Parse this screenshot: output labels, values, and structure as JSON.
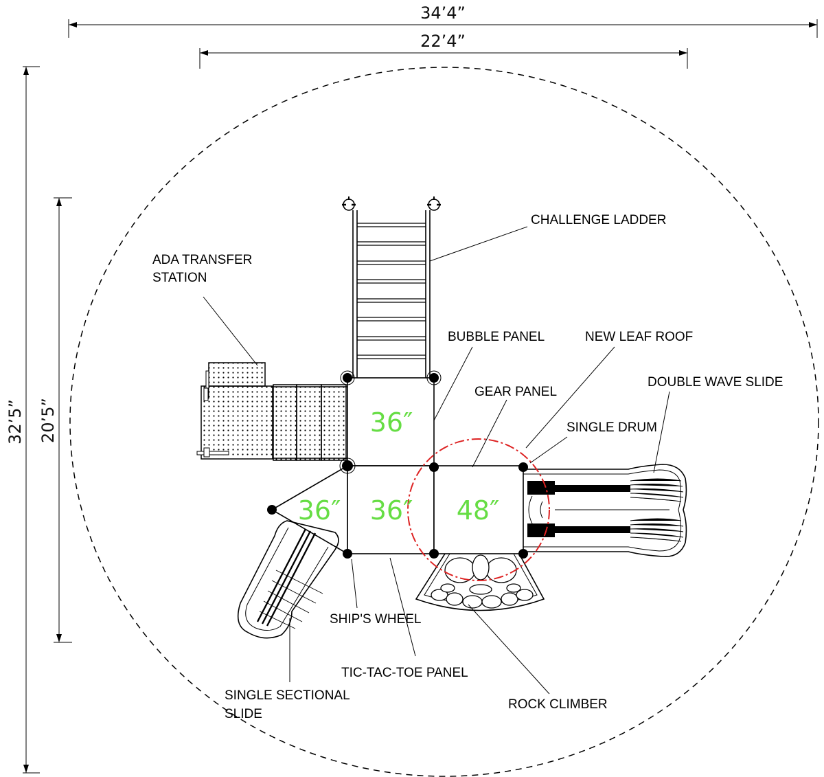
{
  "dimensions": {
    "overall_width": "34’4”",
    "inner_width": "22’4”",
    "overall_depth": "32’5”",
    "inner_depth": "20’5”"
  },
  "labels": {
    "challenge_ladder": "CHALLENGE LADDER",
    "ada_transfer_line1": "ADA TRANSFER",
    "ada_transfer_line2": "STATION",
    "bubble_panel": "BUBBLE PANEL",
    "new_leaf_roof": "NEW  LEAF ROOF",
    "gear_panel": "GEAR PANEL",
    "double_wave_slide": "DOUBLE WAVE SLIDE",
    "single_drum": "SINGLE DRUM",
    "ships_wheel": "SHIP'S WHEEL",
    "tic_tac_toe_panel": "TIC-TAC-TOE PANEL",
    "rock_climber": "ROCK  CLIMBER",
    "single_sectional_line1": "SINGLE  SECTIONAL",
    "single_sectional_line2": "SLIDE"
  },
  "deck_heights": {
    "upper_deck": "36″",
    "triangle_deck": "36″",
    "center_deck": "36″",
    "right_deck": "48″"
  },
  "colors": {
    "deck_height_text": "#66dd44",
    "roof_outline": "#dd2222",
    "linework": "#000000"
  }
}
